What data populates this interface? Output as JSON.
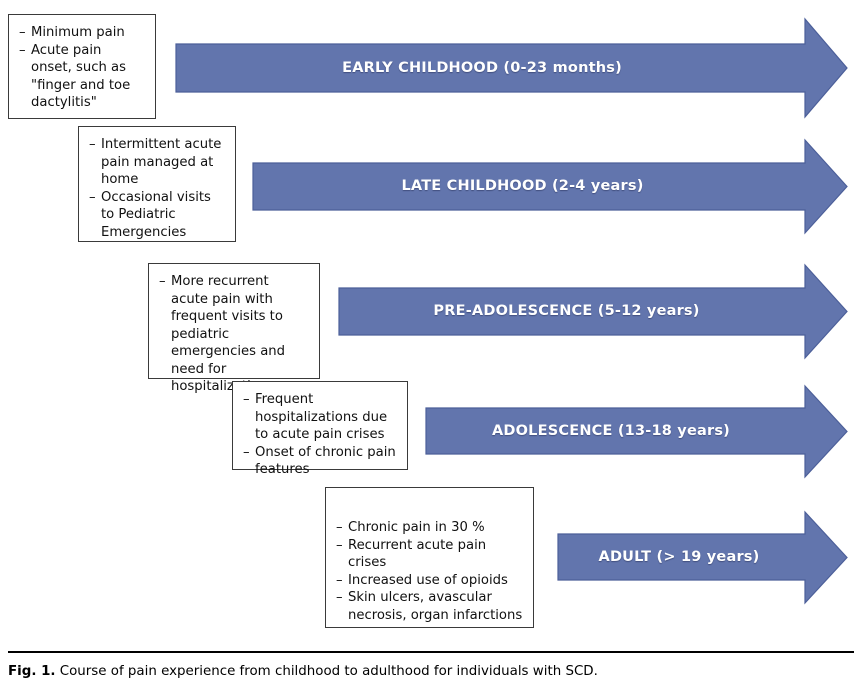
{
  "figure": {
    "caption_label": "Fig. 1.",
    "caption_text": "Course of pain experience from childhood to adulthood for individuals with SCD.",
    "arrow_color": "#6275ad",
    "arrow_edge_color": "#4c5f99",
    "box_border_color": "#3a3a3a",
    "label_color": "#ffffff"
  },
  "stages": [
    {
      "id": "early-childhood",
      "arrow_label": "EARLY CHILDHOOD (0-23 months)",
      "notes": [
        "Minimum pain",
        "Acute pain onset, such as \"finger and toe dactylitis\""
      ]
    },
    {
      "id": "late-childhood",
      "arrow_label": "LATE CHILDHOOD (2-4 years)",
      "notes": [
        "Intermittent acute pain managed at home",
        "Occasional visits to Pediatric Emergencies"
      ]
    },
    {
      "id": "pre-adolescence",
      "arrow_label": "PRE-ADOLESCENCE (5-12 years)",
      "notes": [
        "More recurrent acute pain with frequent visits to pediatric emergencies and need for hospitalization"
      ]
    },
    {
      "id": "adolescence",
      "arrow_label": "ADOLESCENCE (13-18 years)",
      "notes": [
        "Frequent hospitalizations due to acute pain crises",
        "Onset of chronic pain features"
      ]
    },
    {
      "id": "adult",
      "arrow_label": "ADULT (> 19 years)",
      "notes": [
        "Chronic pain in 30 %",
        "Recurrent acute pain crises",
        "Increased use of opioids",
        "Skin ulcers, avascular necrosis, organ infarctions"
      ]
    }
  ]
}
